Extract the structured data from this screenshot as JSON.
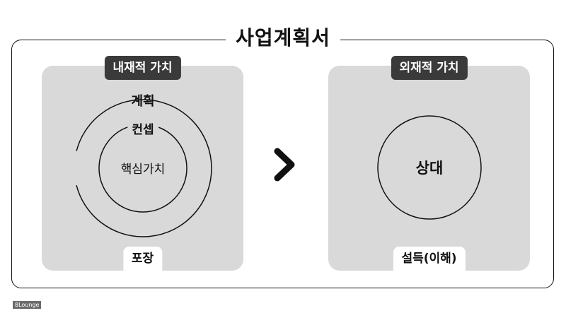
{
  "title": "사업계획서",
  "left_panel": {
    "badge": "내재적 가치",
    "outer_ring": "계획",
    "middle_ring": "컨셉",
    "core": "핵심가치",
    "footer": "포장"
  },
  "right_panel": {
    "badge": "외재적 가치",
    "core": "상대",
    "footer": "설득(이해)"
  },
  "arrow_icon": "chevron-right-icon",
  "watermark": "8Lounge",
  "colors": {
    "panel_bg": "#d9d9d9",
    "badge_bg": "#3a3a3a",
    "line": "#111111"
  }
}
